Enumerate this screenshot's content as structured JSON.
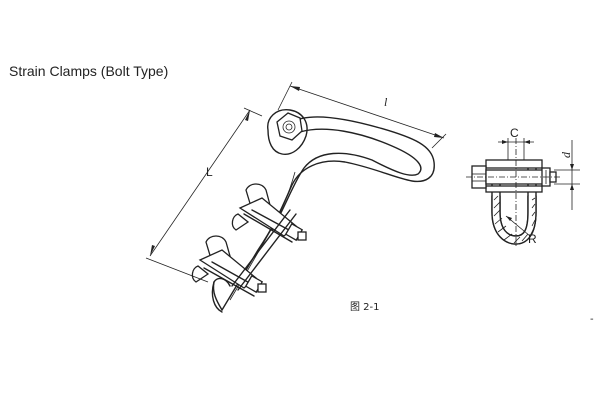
{
  "header": {
    "title": "Strain Clamps (Bolt Type)"
  },
  "figure": {
    "caption": "图 2-1",
    "dims": {
      "L": "L",
      "l": "l",
      "C": "C",
      "d": "d",
      "R": "R"
    },
    "edge_mark": "‐"
  }
}
